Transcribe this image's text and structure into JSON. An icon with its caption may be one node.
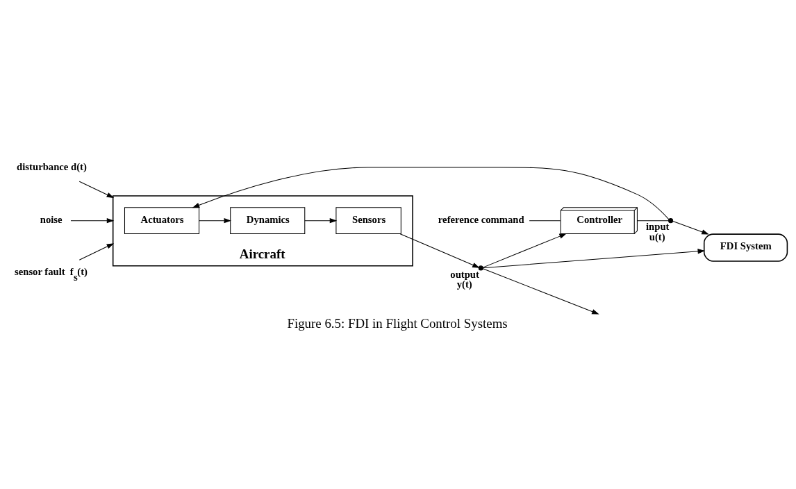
{
  "diagram": {
    "caption": "Figure 6.5: FDI in Flight Control Systems",
    "nodes": [
      {
        "text": [
          "FDI System"
        ]
      },
      {
        "text": [
          "disturbance d(t)"
        ]
      },
      {
        "text": [
          "noise"
        ]
      },
      {
        "text": [
          "sensor fault"
        ],
        "beside": [
          "f$_{s}$(t)"
        ]
      },
      {
        "text": [
          "Aircraft"
        ]
      },
      {
        "text": [
          "Actuators"
        ],
        "in": 4
      },
      {
        "text": [
          "Dynamics"
        ],
        "in": 4
      },
      {
        "text": [
          "Sensors"
        ],
        "in": 4
      },
      {
        "text": [],
        "shape": "circle",
        "beside": [
          "input",
          "u(t)"
        ]
      },
      {
        "text": [],
        "shape": "circle",
        "beside": [
          "output",
          "y(t)"
        ]
      },
      {
        "text": [
          "Controller"
        ]
      },
      {
        "text": [
          "reference command"
        ]
      }
    ],
    "edges": [
      {
        "from": 8,
        "to": 5,
        "arrow": "to"
      },
      {
        "from": 5,
        "to": 6,
        "arrow": "to"
      },
      {
        "from": 6,
        "to": 7,
        "arrow": "to"
      },
      {
        "from": 7,
        "to": 9,
        "arrow": "to"
      },
      {
        "from": 9,
        "to": null,
        "arrow": "to"
      },
      {
        "from": 8,
        "to": 0,
        "arrow": "to"
      },
      {
        "from": 9,
        "to": 0,
        "arrow": "to"
      },
      {
        "from": 9,
        "to": 10,
        "arrow": "to"
      },
      {
        "from": 10,
        "to": 8,
        "arrow": "none"
      },
      {
        "from": 11,
        "to": 10,
        "arrow": "none"
      },
      {
        "from": 1,
        "to": 4,
        "arrow": "to"
      },
      {
        "from": 2,
        "to": 4,
        "arrow": "to"
      },
      {
        "from": 3,
        "to": 4,
        "arrow": "to"
      }
    ]
  }
}
